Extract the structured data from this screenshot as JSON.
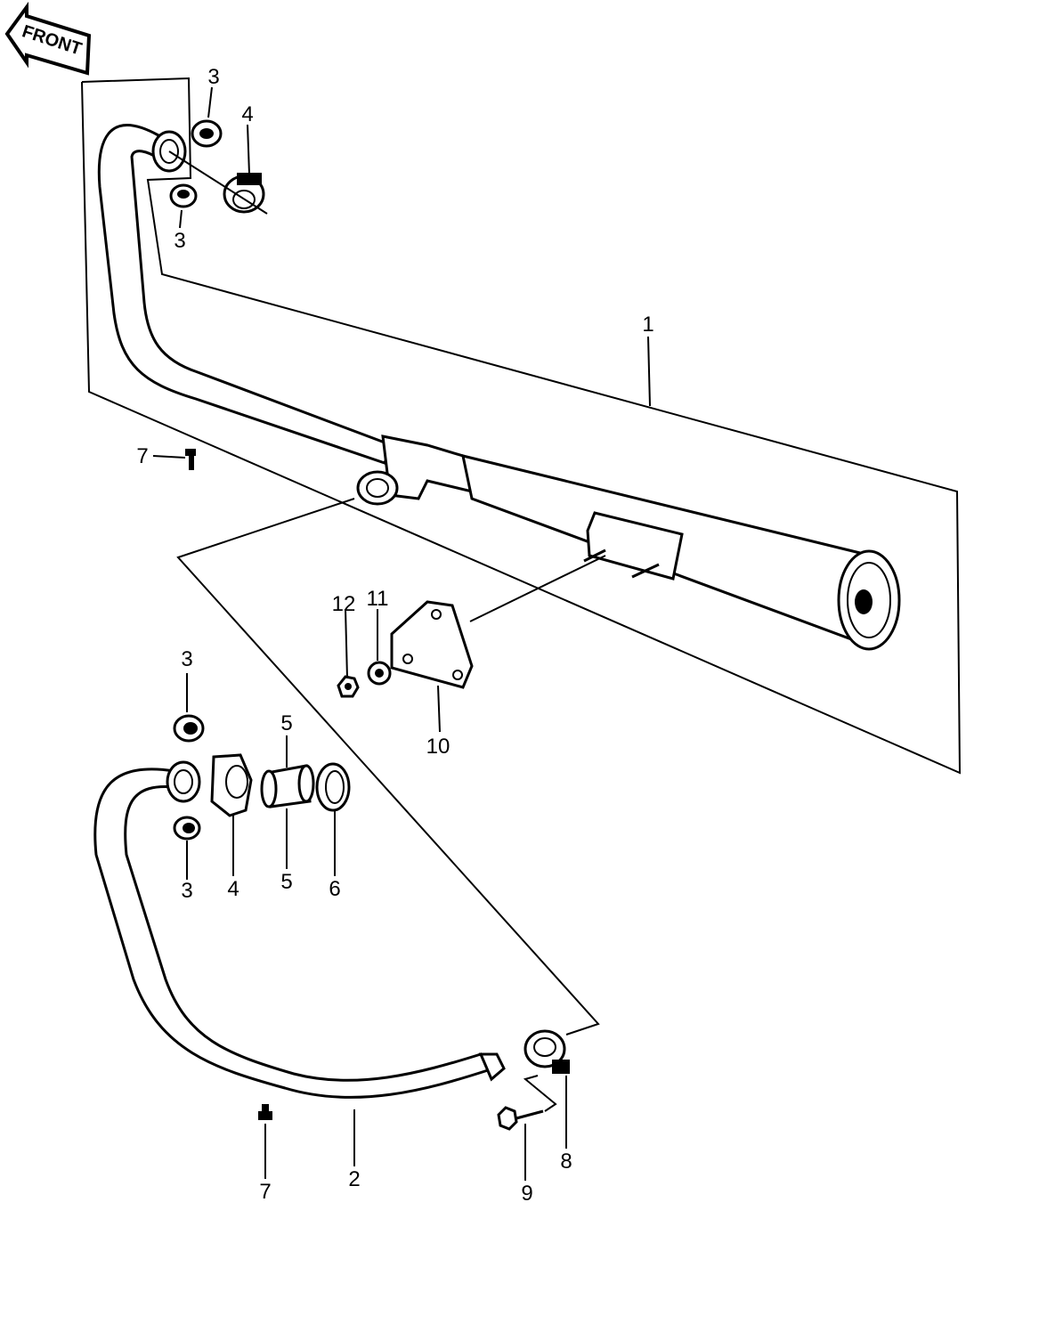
{
  "front_label": "FRONT",
  "callouts": {
    "c1": "1",
    "c2": "2",
    "c3a": "3",
    "c3b": "3",
    "c3c": "3",
    "c3d": "3",
    "c4a": "4",
    "c4b": "4",
    "c5a": "5",
    "c5b": "5",
    "c6": "6",
    "c7a": "7",
    "c7b": "7",
    "c8": "8",
    "c9": "9",
    "c10": "10",
    "c11": "11",
    "c12": "12"
  }
}
